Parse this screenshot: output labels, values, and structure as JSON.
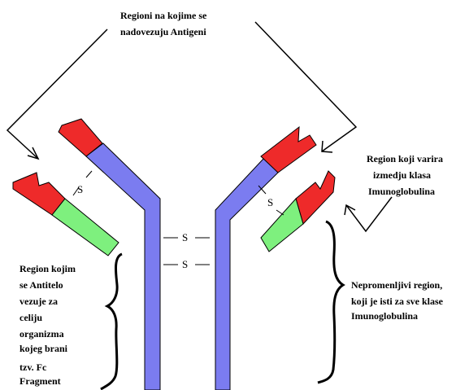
{
  "labels": {
    "antigen_binding_region": {
      "line1": "Regioni na kojime se",
      "line2": "nadovezuju Antigeni"
    },
    "class_varying_region": {
      "line1": "Region koji varira",
      "line2": "izmedju klasa",
      "line3": "Imunoglobulina"
    },
    "cell_binding_region": {
      "line1": "Region kojim",
      "line2": "se Antitelo",
      "line3": "vezuje za",
      "line4": "celiju",
      "line5": "organizma",
      "line6": "kojeg brani"
    },
    "fc_fragment": {
      "line1": "tzv. Fc",
      "line2": "Fragment"
    },
    "constant_region": {
      "line1": "Nepromenljivi region,",
      "line2": "koji je isti za sve klase",
      "line3": "Imunoglobulina"
    }
  },
  "bonds": {
    "left_light_chain": "S",
    "right_light_chain": "S",
    "hinge_upper": "S",
    "hinge_lower": "S"
  },
  "colors": {
    "heavy_chain": "#7b7cf0",
    "variable_region": "#ee2a2a",
    "constant_light": "#7ef07e",
    "outline": "#000000"
  }
}
